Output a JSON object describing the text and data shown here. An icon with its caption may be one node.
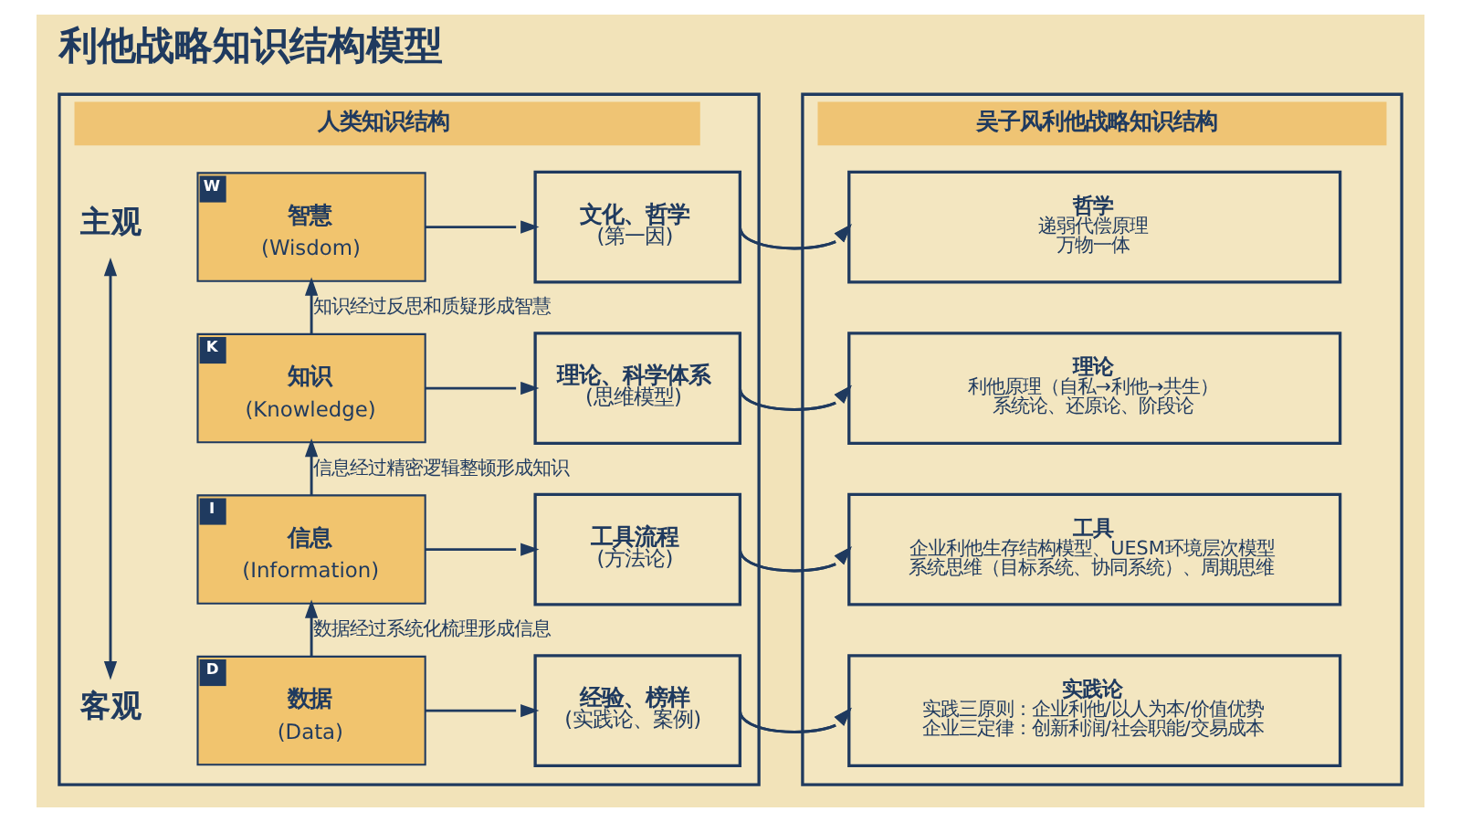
{
  "diagram": {
    "title": "利他战略知识结构模型",
    "nodes": [
      {
        "text": [
          "人类知识结构"
        ]
      },
      {
        "text": [
          "主观"
        ],
        "in": 0
      },
      {
        "text": [
          "W",
          "智慧",
          "(Wisdom)"
        ],
        "in": 0
      },
      {
        "text": [
          "文化、哲学",
          "(第一因)"
        ],
        "in": 0
      },
      {
        "text": [
          "K",
          "知识",
          "(Knowledge)"
        ],
        "in": 0
      },
      {
        "text": [
          "理论、科学体系",
          "(思维模型)"
        ],
        "in": 0
      },
      {
        "text": [
          "I",
          "信息",
          "(Information)"
        ],
        "in": 0
      },
      {
        "text": [
          "工具流程",
          "(方法论)"
        ],
        "in": 0
      },
      {
        "text": [
          "D",
          "数据",
          "(Data)"
        ],
        "in": 0
      },
      {
        "text": [
          "经验、榜样",
          "(实践论、案例)"
        ],
        "in": 0
      },
      {
        "text": [
          "客观"
        ],
        "in": 0
      },
      {
        "text": [
          "吴子风利他战略知识结构"
        ]
      },
      {
        "text": [
          "哲学",
          "递弱代偿原理",
          "万物一体"
        ],
        "in": 11
      },
      {
        "text": [
          "理论",
          "利他原理（自私→利他→共生）",
          "系统论、还原论、阶段论"
        ],
        "in": 11
      },
      {
        "text": [
          "工具",
          "企业利他生存结构模型、UESM环境层次模型",
          "系统思维（目标系统、协同系统）、周期思维"
        ],
        "in": 11
      },
      {
        "text": [
          "实践论",
          "实践三原则：企业利他/以人为本/价值优势",
          "企业三定律：创新利润/社会职能/交易成本"
        ],
        "in": 11
      }
    ],
    "edges": [
      {
        "from": 1,
        "to": 10,
        "arrow": "both"
      },
      {
        "from": 2,
        "to": 3,
        "arrow": "to"
      },
      {
        "from": 3,
        "to": 12,
        "arrow": "to"
      },
      {
        "from": 4,
        "to": 2,
        "arrow": "to",
        "label": "知识经过反思和质疑形成智慧"
      },
      {
        "from": 4,
        "to": 5,
        "arrow": "to"
      },
      {
        "from": 5,
        "to": 13,
        "arrow": "to"
      },
      {
        "from": 6,
        "to": 4,
        "arrow": "to",
        "label": "信息经过精密逻辑整顿形成知识"
      },
      {
        "from": 6,
        "to": 7,
        "arrow": "to"
      },
      {
        "from": 7,
        "to": 14,
        "arrow": "to"
      },
      {
        "from": 8,
        "to": 6,
        "arrow": "to",
        "label": "数据经过系统化梳理形成信息"
      },
      {
        "from": 8,
        "to": 9,
        "arrow": "to"
      },
      {
        "from": 9,
        "to": 15,
        "arrow": "to"
      }
    ]
  }
}
